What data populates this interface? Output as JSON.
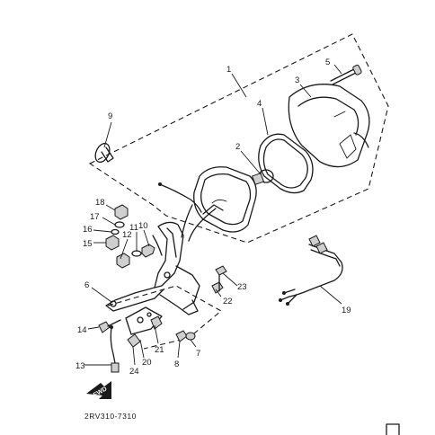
{
  "diagram": {
    "part_numbers": {
      "p1": "1",
      "p2": "2",
      "p3": "3",
      "p4": "4",
      "p5": "5",
      "p6": "6",
      "p7": "7",
      "p8": "8",
      "p9": "9",
      "p10": "10",
      "p11": "11",
      "p12": "12",
      "p13": "13",
      "p14": "14",
      "p15": "15",
      "p16": "16",
      "p17": "17",
      "p18": "18",
      "p19": "19",
      "p20": "20",
      "p21": "21",
      "p22": "22",
      "p23": "23",
      "p24": "24"
    },
    "arrow_label": "FWD",
    "drawing_code": "2RV310-7310"
  }
}
